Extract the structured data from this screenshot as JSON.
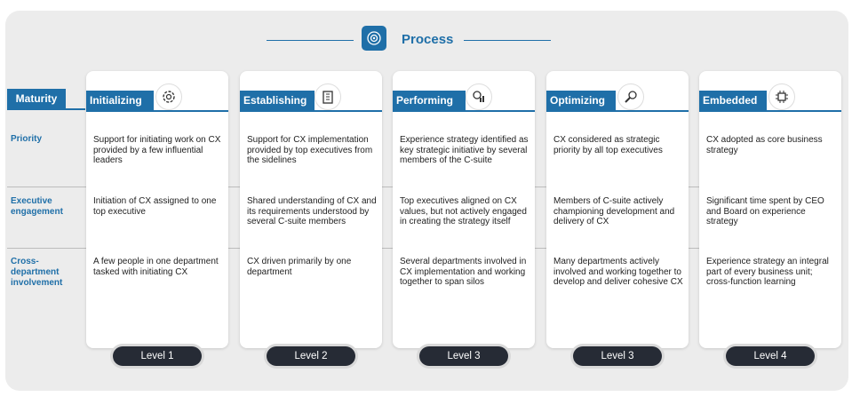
{
  "header": {
    "title": "Process",
    "icon": "gear-circle-icon"
  },
  "maturity_label": "Maturity",
  "row_labels": [
    "Priority",
    "Executive engagement",
    "Cross-department involvement"
  ],
  "row_label_lines": [
    [
      "Priority"
    ],
    [
      "Executive",
      "engagement"
    ],
    [
      "Cross-",
      "department",
      "involvement"
    ]
  ],
  "stages": [
    {
      "name": "Initializing",
      "icon": "gear-icon",
      "level": "Level 1",
      "priority": "Support for initiating work on CX provided by a few influential leaders",
      "executive": "Initiation of CX assigned to one top executive",
      "cross": "A few people in one department tasked with initiating CX"
    },
    {
      "name": "Establishing",
      "icon": "building-icon",
      "level": "Level 2",
      "priority": "Support for CX implementation provided by top executives from the sidelines",
      "executive": "Shared understanding of CX and its requirements understood by several C-suite members",
      "cross": "CX driven primarily by one department"
    },
    {
      "name": "Performing",
      "icon": "chart-gear-icon",
      "level": "Level 3",
      "priority": "Experience strategy identified as key strategic initiative by several members of the C-suite",
      "executive": "Top executives aligned on CX values, but not actively engaged in creating the strategy itself",
      "cross": "Several departments involved in CX implementation and working together to span silos"
    },
    {
      "name": "Optimizing",
      "icon": "wrench-gear-icon",
      "level": "Level 3",
      "priority": "CX considered as strategic priority by all top executives",
      "executive": "Members of C-suite actively championing development and delivery of CX",
      "cross": "Many departments actively involved and working together to develop and deliver cohesive CX"
    },
    {
      "name": "Embedded",
      "icon": "chip-icon",
      "level": "Level 4",
      "priority": "CX adopted as core business strategy",
      "executive": "Significant time spent by CEO and Board on experience strategy",
      "cross": "Experience strategy an integral part of every business unit; cross-function learning"
    }
  ]
}
